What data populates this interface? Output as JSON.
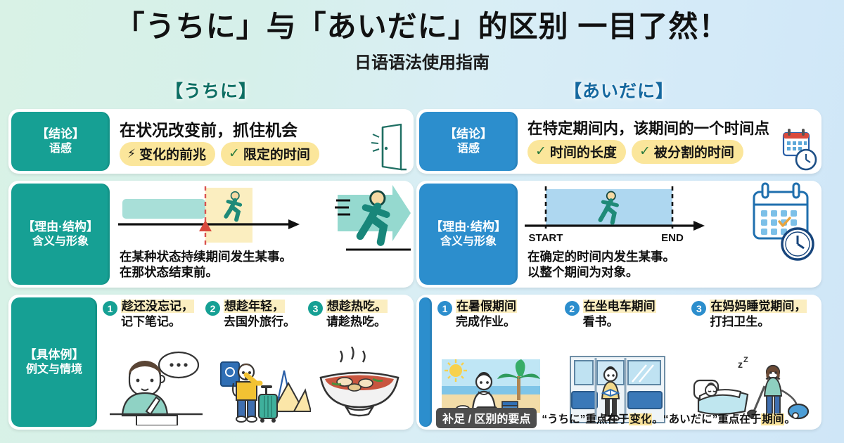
{
  "title": {
    "main": "「うちに」与「あいだに」的区别 一目了然！",
    "sub": "日语语法使用指南"
  },
  "colors": {
    "teal": "#16a094",
    "blue": "#2c8ecd",
    "pill_yellow": "#fbe69b",
    "highlight_yellow": "#fbeec0",
    "bg_left": "#d9f2e6",
    "bg_right": "#cfe6f7"
  },
  "left": {
    "header": "【うちに】",
    "row1": {
      "label_line1": "【结论】",
      "label_line2": "语感",
      "headline": "在状况改变前，抓住机会",
      "pills": [
        {
          "icon": "lightning-icon",
          "glyph": "⚡",
          "text": "变化的前兆"
        },
        {
          "icon": "check-icon",
          "glyph": "✓",
          "text": "限定的时间"
        }
      ],
      "art": "open-door-illustration"
    },
    "row2": {
      "label_line1": "【理由·结构】",
      "label_line2": "含义与形象",
      "diagram": "timeline-state-ends-with-marker",
      "caption_line1": "在某种状态持续期间发生某事。",
      "caption_line2": "在那状态结束前。",
      "art": "running-person-arrow-illustration"
    },
    "row3": {
      "label_line1": "【具体例】",
      "label_line2": "例文与情境",
      "examples": [
        {
          "number": "1",
          "line1": "趁还没忘记，",
          "line2": "记下笔记。",
          "highlight_line1": true,
          "art": "person-writing-notes-illustration"
        },
        {
          "number": "2",
          "line1": "想趁年轻，",
          "line2": "去国外旅行。",
          "highlight_line1": true,
          "art": "traveler-with-suitcase-illustration"
        },
        {
          "number": "3",
          "line1": "想趁热吃。",
          "line2": "请趁热吃。",
          "highlight_line1": true,
          "art": "steaming-noodle-bowl-illustration"
        }
      ]
    }
  },
  "right": {
    "header": "【あいだに】",
    "row1": {
      "label_line1": "【结论】",
      "label_line2": "语感",
      "headline": "在特定期间内，该期间的一个时间点",
      "pills": [
        {
          "icon": "check-icon",
          "glyph": "✓",
          "text": "时间的长度"
        },
        {
          "icon": "check-icon",
          "glyph": "✓",
          "text": "被分割的时间"
        }
      ],
      "art": "calendar-clock-illustration"
    },
    "row2": {
      "label_line1": "【理由·结构】",
      "label_line2": "含义与形象",
      "diagram": "timeline-start-end-span",
      "axis_start_label": "START",
      "axis_end_label": "END",
      "caption_line1": "在确定的时间内发生某事。",
      "caption_line2": "以整个期间为对象。",
      "art": "calendar-clock-illustration"
    },
    "row3": {
      "examples": [
        {
          "number": "1",
          "line1": "在暑假期间",
          "line2": "完成作业。",
          "highlight_line1": true,
          "art": "beach-study-illustration"
        },
        {
          "number": "2",
          "line1": "在坐电车期间",
          "line2": "看书。",
          "highlight_line1": true,
          "art": "train-reading-illustration"
        },
        {
          "number": "3",
          "line1": "在妈妈睡觉期间，",
          "line2": "打扫卫生。",
          "highlight_line1": true,
          "art": "sleeping-mom-cleaning-illustration"
        }
      ],
      "footnote": {
        "tag": "补足 / 区别的要点",
        "prefix": "“うちに”重点在于",
        "highlight1": "变化",
        "middle": "。“あいだに”重点在于",
        "highlight2": "期间",
        "suffix": "。"
      }
    }
  }
}
